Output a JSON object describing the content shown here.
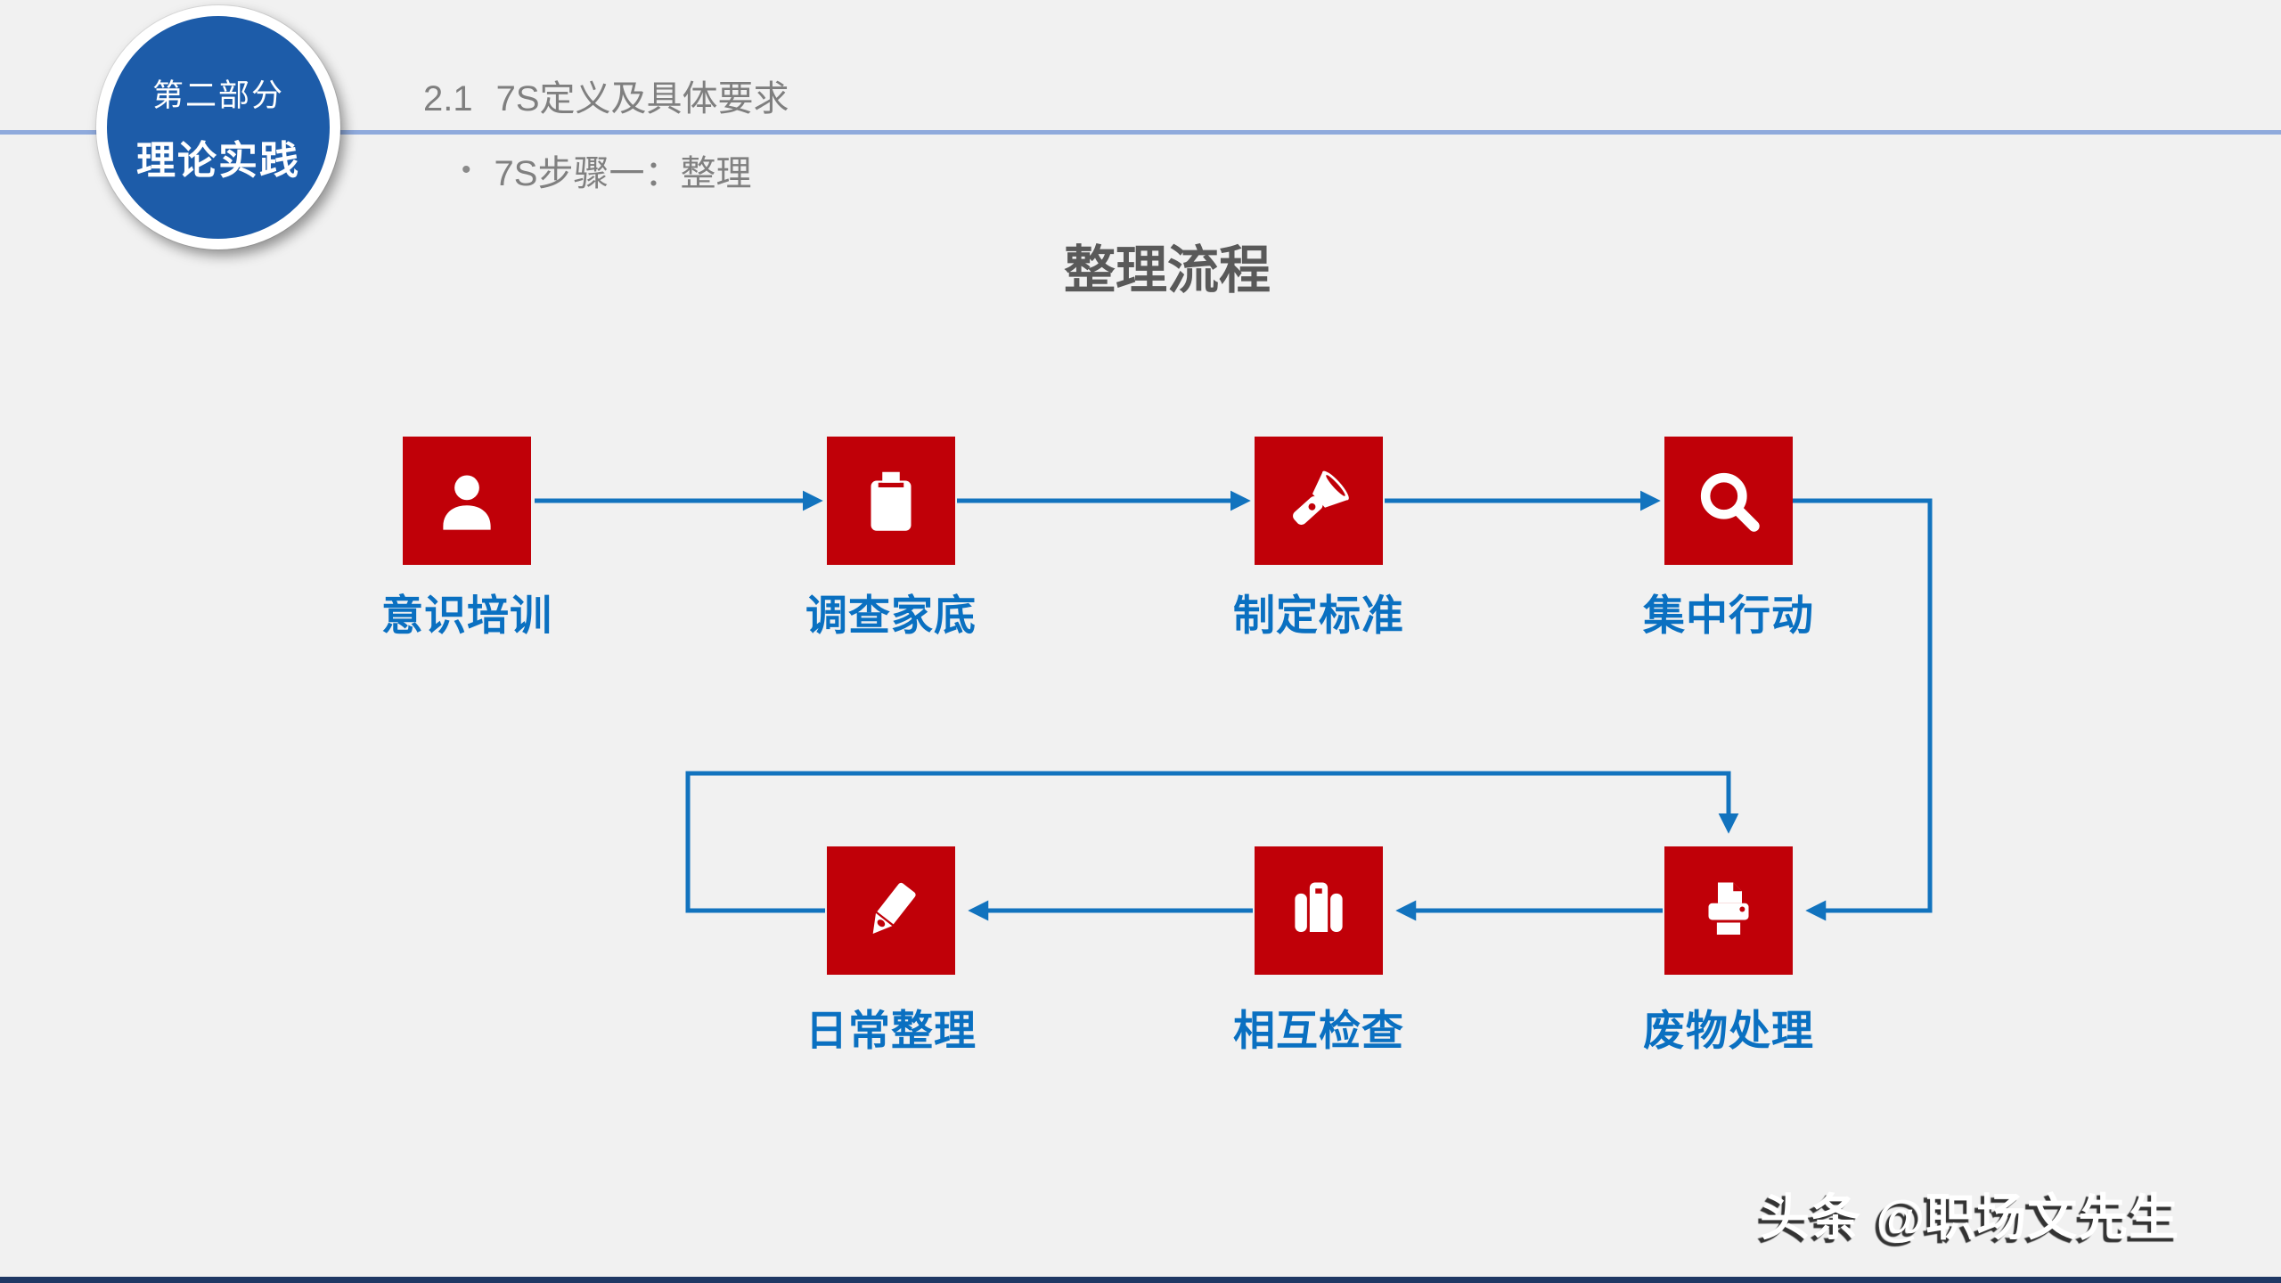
{
  "slide_badge": {
    "part": "第二部分",
    "name": "理论实践"
  },
  "header": {
    "section_number": "2.1",
    "section_title": "7S定义及具体要求",
    "bullet_marker": "•",
    "bullet_text": "7S步骤一：整理"
  },
  "diagram": {
    "title": "整理流程",
    "top_row": [
      {
        "label": "意识培训",
        "icon": "user-icon"
      },
      {
        "label": "调查家底",
        "icon": "clipboard-icon"
      },
      {
        "label": "制定标准",
        "icon": "flashlight-icon"
      },
      {
        "label": "集中行动",
        "icon": "search-icon"
      }
    ],
    "bottom_row": [
      {
        "label": "日常整理",
        "icon": "pencil-icon"
      },
      {
        "label": "相互检查",
        "icon": "briefcase-icon"
      },
      {
        "label": "废物处理",
        "icon": "printer-icon"
      }
    ],
    "flow_order": "意识培训 → 调查家底 → 制定标准 → 集中行动 → 废物处理 → 相互检查 → 日常整理 → (循环回) 废物处理"
  },
  "watermark": "头条 @职场文先生",
  "colors": {
    "background": "#F1F1F1",
    "box_red": "#C00008",
    "arrow_blue": "#1273BE",
    "label_blue": "#0A70C1",
    "badge_blue": "#1D5CA9",
    "divider_blue": "#8FAADC",
    "header_gray": "#7F7F7F",
    "title_gray": "#595959",
    "bottom_bar_navy": "#1F3864"
  }
}
